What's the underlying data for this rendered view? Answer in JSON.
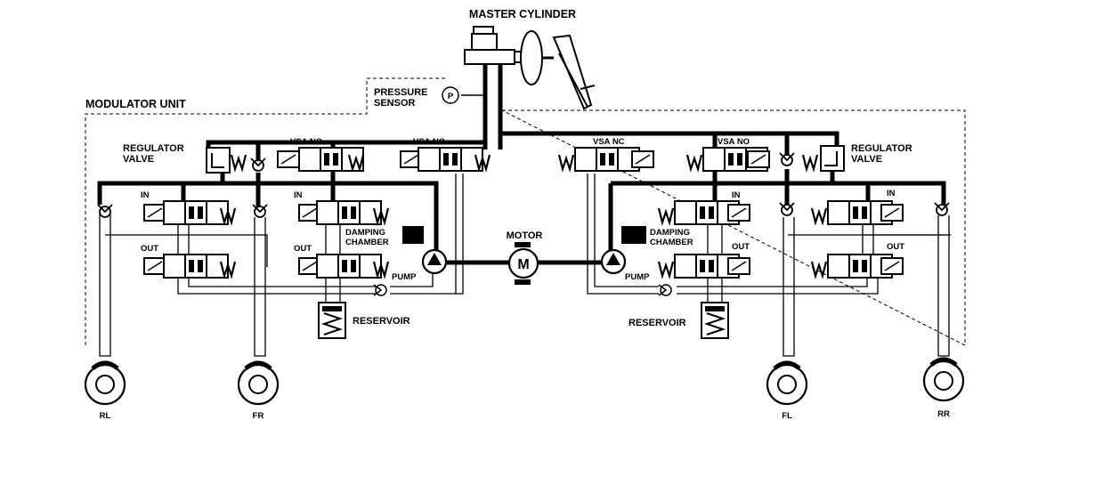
{
  "labels": {
    "master_cylinder": "MASTER CYLINDER",
    "modulator_unit": "MODULATOR UNIT",
    "pressure_sensor_1": "PRESSURE",
    "pressure_sensor_2": "SENSOR",
    "pressure_symbol": "P",
    "regulator_valve_left_1": "REGULATOR",
    "regulator_valve_left_2": "VALVE",
    "regulator_valve_right_1": "REGULATOR",
    "regulator_valve_right_2": "VALVE",
    "vsa_no_left": "VSA NO",
    "vsa_nc_left": "VSA NC",
    "vsa_nc_right": "VSA NC",
    "vsa_no_right": "VSA NO",
    "in_1": "IN",
    "in_2": "IN",
    "in_3": "IN",
    "in_4": "IN",
    "out_1": "OUT",
    "out_2": "OUT",
    "out_3": "OUT",
    "out_4": "OUT",
    "damping_left_1": "DAMPING",
    "damping_left_2": "CHAMBER",
    "damping_right_1": "DAMPING",
    "damping_right_2": "CHAMBER",
    "motor": "MOTOR",
    "motor_symbol": "M",
    "pump_left": "PUMP",
    "pump_right": "PUMP",
    "reservoir_left": "RESERVOIR",
    "reservoir_right": "RESERVOIR",
    "wheel_rl": "RL",
    "wheel_fr": "FR",
    "wheel_fl": "FL",
    "wheel_rr": "RR",
    "spring_glyph": "W"
  }
}
